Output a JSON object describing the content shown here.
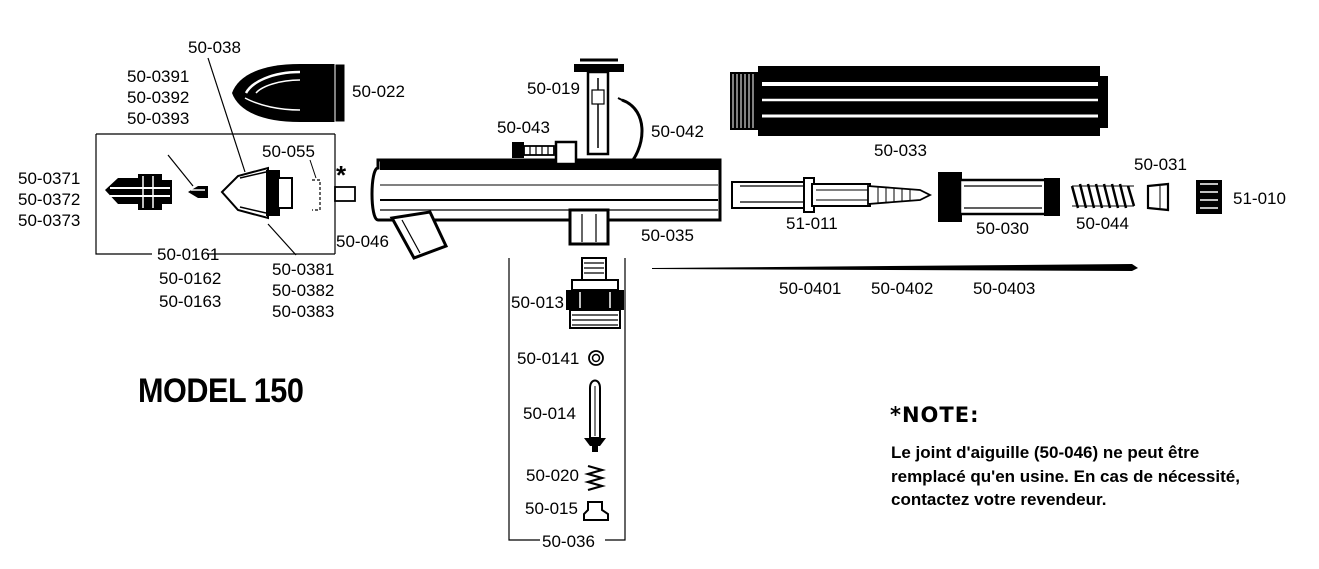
{
  "title": "MODEL 150",
  "note": {
    "heading": "*NOTE:",
    "text": "Le joint d'aiguille (50-046) ne peut être remplacé qu'en usine. En cas de nécessité, contactez votre revendeur."
  },
  "parts": {
    "p50_038": "50-038",
    "p50_0391": "50-0391",
    "p50_0392": "50-0392",
    "p50_0393": "50-0393",
    "p50_022": "50-022",
    "p50_055": "50-055",
    "asterisk": "*",
    "p50_0371": "50-0371",
    "p50_0372": "50-0372",
    "p50_0373": "50-0373",
    "p50_046": "50-046",
    "p50_0161": "50-0161",
    "p50_0162": "50-0162",
    "p50_0163": "50-0163",
    "p50_0381": "50-0381",
    "p50_0382": "50-0382",
    "p50_0383": "50-0383",
    "p50_019": "50-019",
    "p50_043": "50-043",
    "p50_042": "50-042",
    "p50_035": "50-035",
    "p50_033": "50-033",
    "p51_011": "51-011",
    "p50_030": "50-030",
    "p50_031": "50-031",
    "p50_044": "50-044",
    "p51_010": "51-010",
    "p50_0401": "50-0401",
    "p50_0402": "50-0402",
    "p50_0403": "50-0403",
    "p50_013": "50-013",
    "p50_0141": "50-0141",
    "p50_014": "50-014",
    "p50_020": "50-020",
    "p50_015": "50-015",
    "p50_036": "50-036"
  }
}
